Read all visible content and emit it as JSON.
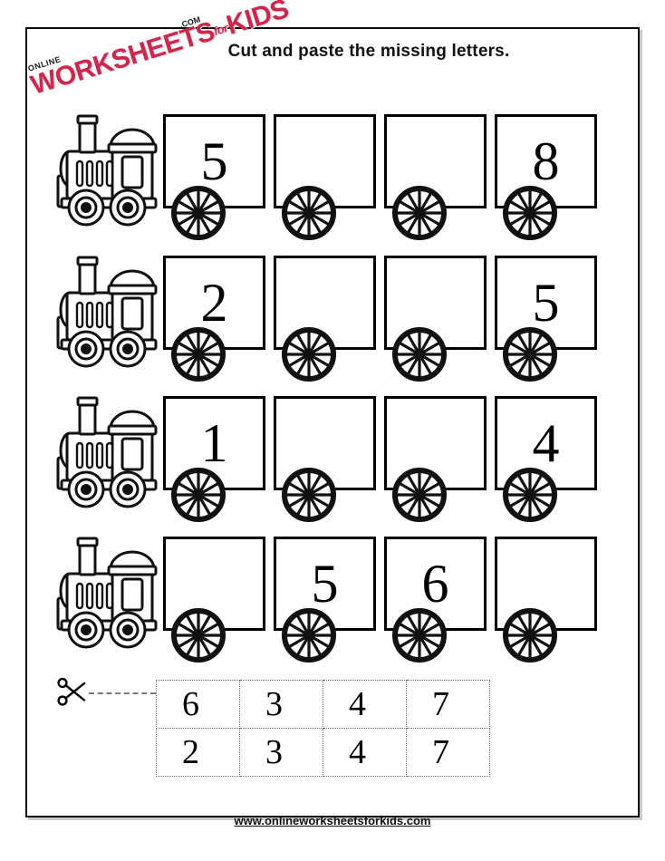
{
  "page": {
    "title": "Cut and paste the missing letters.",
    "footer_url": "www.onlineworksheetsforkids.com"
  },
  "logo": {
    "line_top": "ONLINE",
    "word_main": "WORKSHEETS",
    "word_for": "for",
    "word_kids": "KIDS",
    "line_com": ".COM",
    "color": "#d2254c"
  },
  "icons": {
    "scissors": "scissors-icon",
    "locomotive": "locomotive-icon",
    "wheel": "train-wheel-icon"
  },
  "trains": [
    {
      "row": 1,
      "cars": [
        "5",
        "",
        "",
        "8"
      ]
    },
    {
      "row": 2,
      "cars": [
        "2",
        "",
        "",
        "5"
      ]
    },
    {
      "row": 3,
      "cars": [
        "1",
        "",
        "",
        "4"
      ]
    },
    {
      "row": 4,
      "cars": [
        "",
        "5",
        "6",
        ""
      ]
    }
  ],
  "cutout": {
    "rows": [
      [
        "6",
        "3",
        "4",
        "7"
      ],
      [
        "2",
        "3",
        "4",
        "7"
      ]
    ]
  }
}
